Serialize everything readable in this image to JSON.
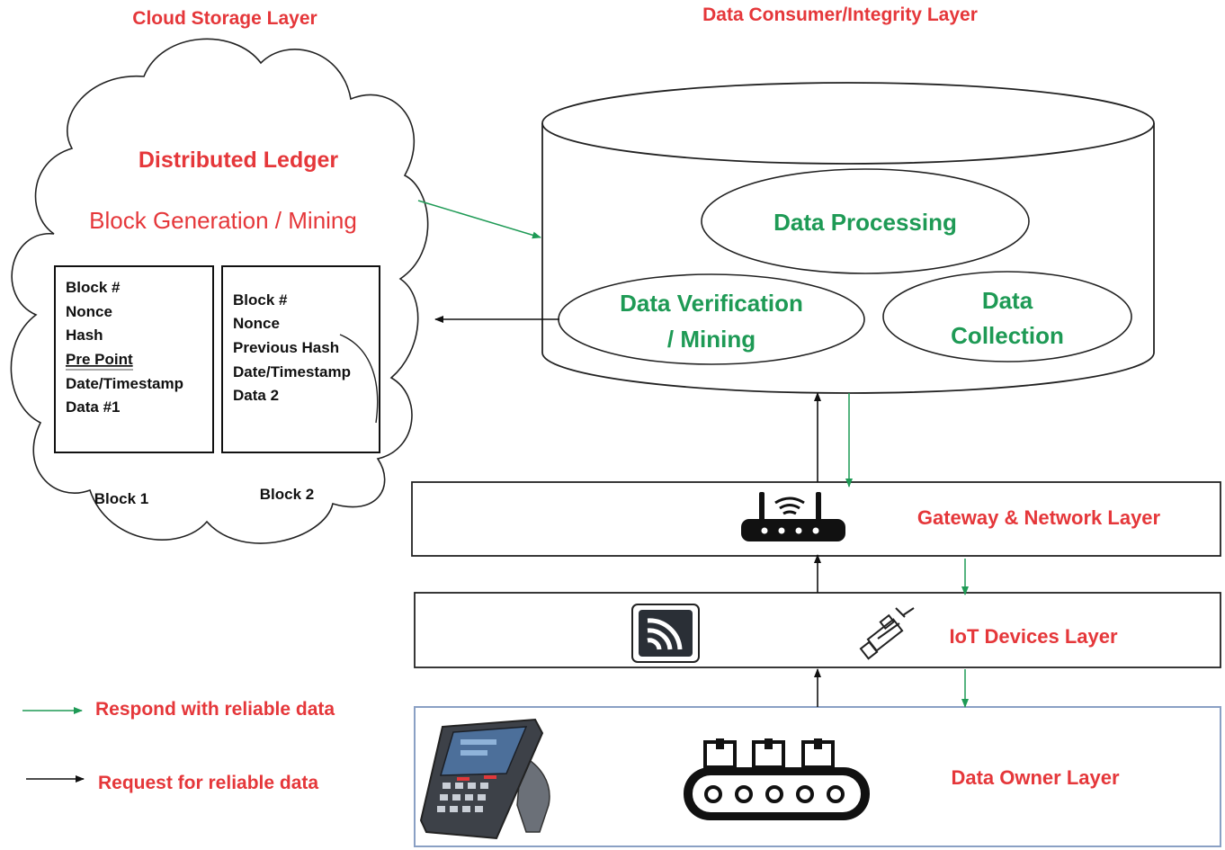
{
  "layers": {
    "cloud_storage": "Cloud Storage Layer",
    "data_consumer": "Data Consumer/Integrity Layer",
    "gateway": "Gateway & Network Layer",
    "iot": "IoT Devices Layer",
    "owner": "Data Owner Layer"
  },
  "cloud": {
    "title": "Distributed Ledger",
    "subtitle": "Block Generation / Mining"
  },
  "blocks": [
    {
      "caption": "Block 1",
      "lines": [
        "Block #",
        "Nonce",
        "Hash",
        "Pre Point",
        "Date/Timestamp",
        "Data  #1"
      ]
    },
    {
      "caption": "Block 2",
      "lines": [
        "Block #",
        "Nonce",
        "Previous Hash",
        "Date/Timestamp",
        "Data 2"
      ]
    }
  ],
  "consumer": {
    "processing": "Data Processing",
    "verification_line1": "Data Verification",
    "verification_line2": "/ Mining",
    "collection_line1": "Data",
    "collection_line2": "Collection"
  },
  "legend": {
    "respond": "Respond with reliable data",
    "request": "Request for reliable data"
  },
  "colors": {
    "title_red": "#e5373a",
    "green": "#1e9a55",
    "respond_arrow": "#1e9a55",
    "request_arrow": "#111111"
  },
  "icons": [
    "wifi-router-icon",
    "rfid-tag-icon",
    "sensor-icon",
    "handheld-scanner-icon",
    "conveyor-belt-icon"
  ]
}
